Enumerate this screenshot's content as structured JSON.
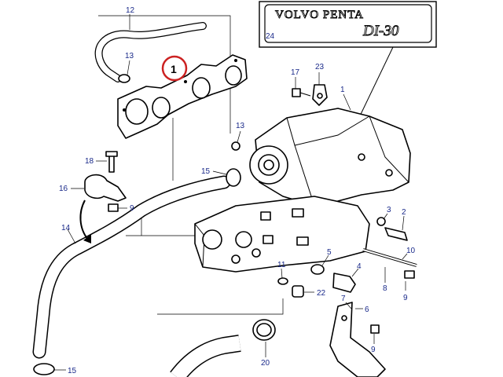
{
  "nameplate": {
    "brand": "VOLVO PENTA",
    "model": "DI-30",
    "ref": "24"
  },
  "highlight": {
    "label": "1",
    "circle_color": "#cc2222"
  },
  "callouts": {
    "c12": "12",
    "c13a": "13",
    "c13b": "13",
    "c17": "17",
    "c23": "23",
    "c1": "1",
    "c18": "18",
    "c16": "16",
    "c9a": "9",
    "c15a": "15",
    "c14": "14",
    "c3": "3",
    "c2": "2",
    "c5": "5",
    "c4": "4",
    "c10": "10",
    "c11": "11",
    "c8": "8",
    "c9b": "9",
    "c22": "22",
    "c7": "7",
    "c6": "6",
    "c20": "20",
    "c9c": "9",
    "c15b": "15"
  },
  "colors": {
    "callout_text": "#1a2a8a",
    "line": "#000000"
  }
}
